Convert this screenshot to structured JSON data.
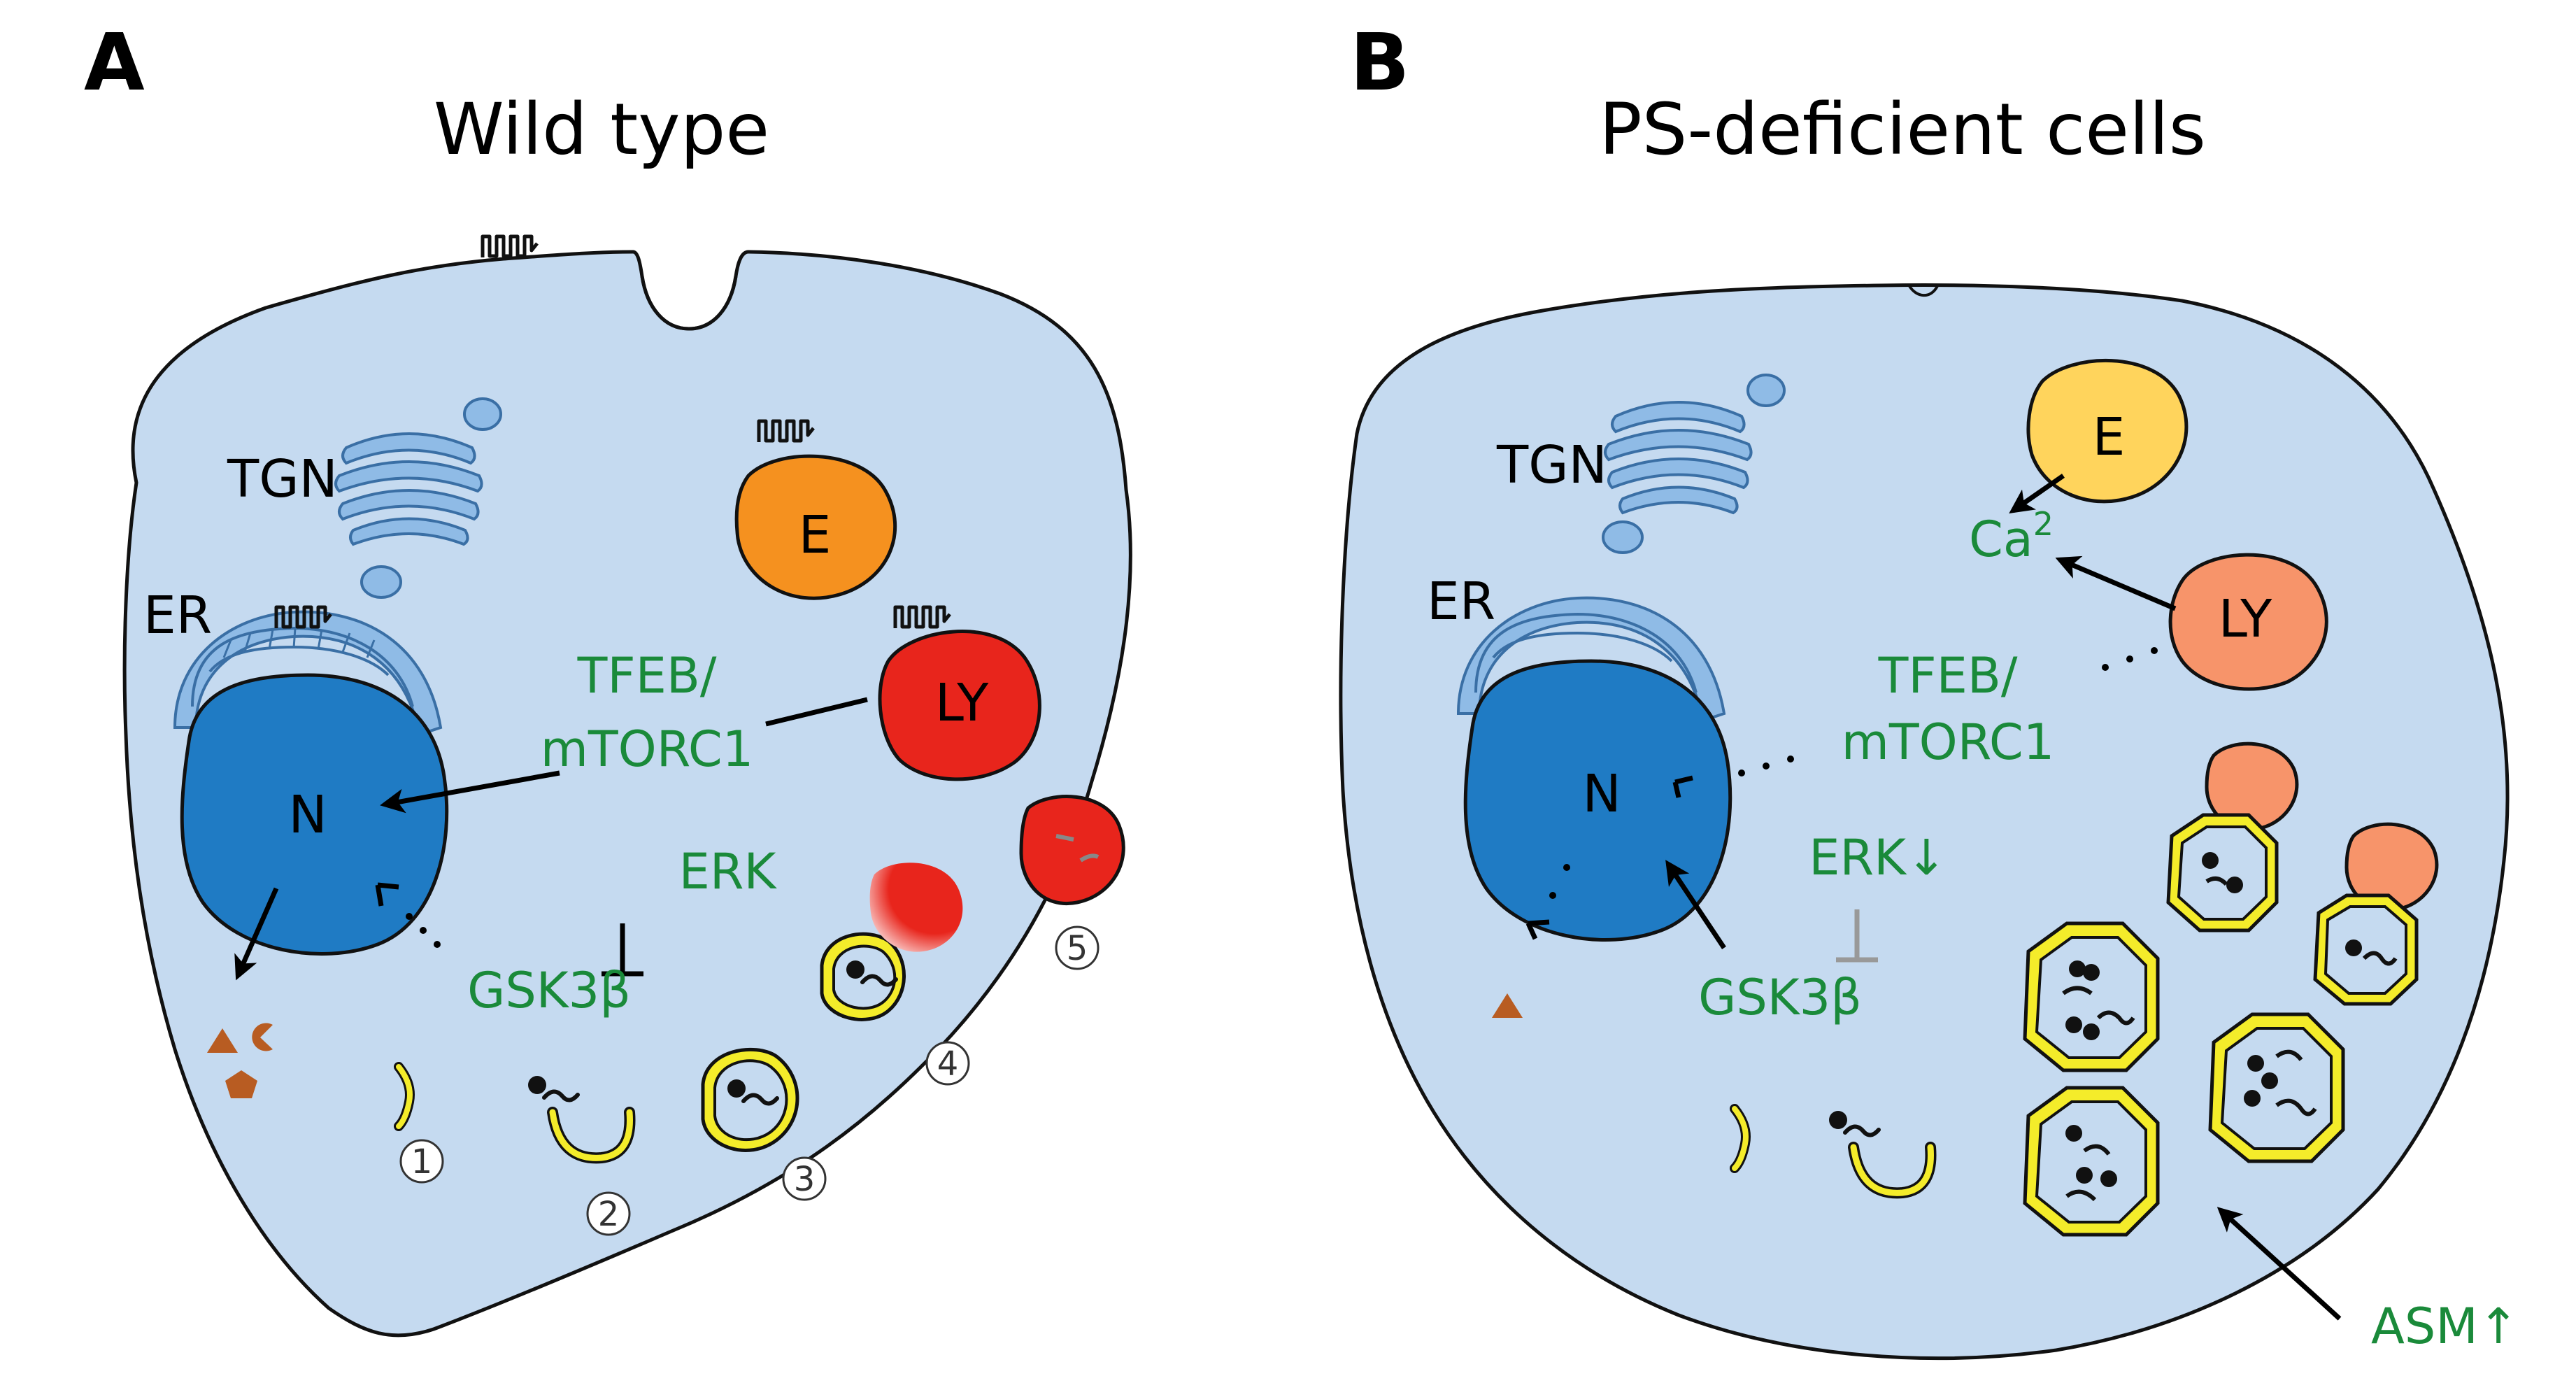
{
  "panels": [
    {
      "letter": "A",
      "title": "Wild type",
      "labels": {
        "tgn": "TGN",
        "er": "ER",
        "endosome": "E",
        "lysosome": "LY",
        "nucleus": "N",
        "tfeb": "TFEB/",
        "mtorc1": "mTORC1",
        "erk": "ERK",
        "gsk3b": "GSK3β"
      },
      "steps": [
        "1",
        "2",
        "3",
        "4",
        "5"
      ]
    },
    {
      "letter": "B",
      "title": "PS-deficient cells",
      "labels": {
        "tgn": "TGN",
        "er": "ER",
        "endosome": "E",
        "lysosome": "LY",
        "nucleus": "N",
        "calcium": "Ca",
        "calcium_sup": "2",
        "tfeb": "TFEB/",
        "mtorc1": "mTORC1",
        "erk": "ERK↓",
        "gsk3b": "GSK3β",
        "asm": "ASM↑"
      }
    }
  ],
  "colors": {
    "cytoplasm": "#c5daf0",
    "nucleus": "#1f7bc4",
    "er_golgi": "#8fbbe6",
    "endosome_wt": "#f5911f",
    "endosome_ps": "#ffd45c",
    "lysosome_wt": "#e8251c",
    "lysosome_ps": "#f7946a",
    "autophagosome": "#f4ec2a",
    "label_green": "#1a8a3a",
    "product_brown": "#b85c22"
  }
}
